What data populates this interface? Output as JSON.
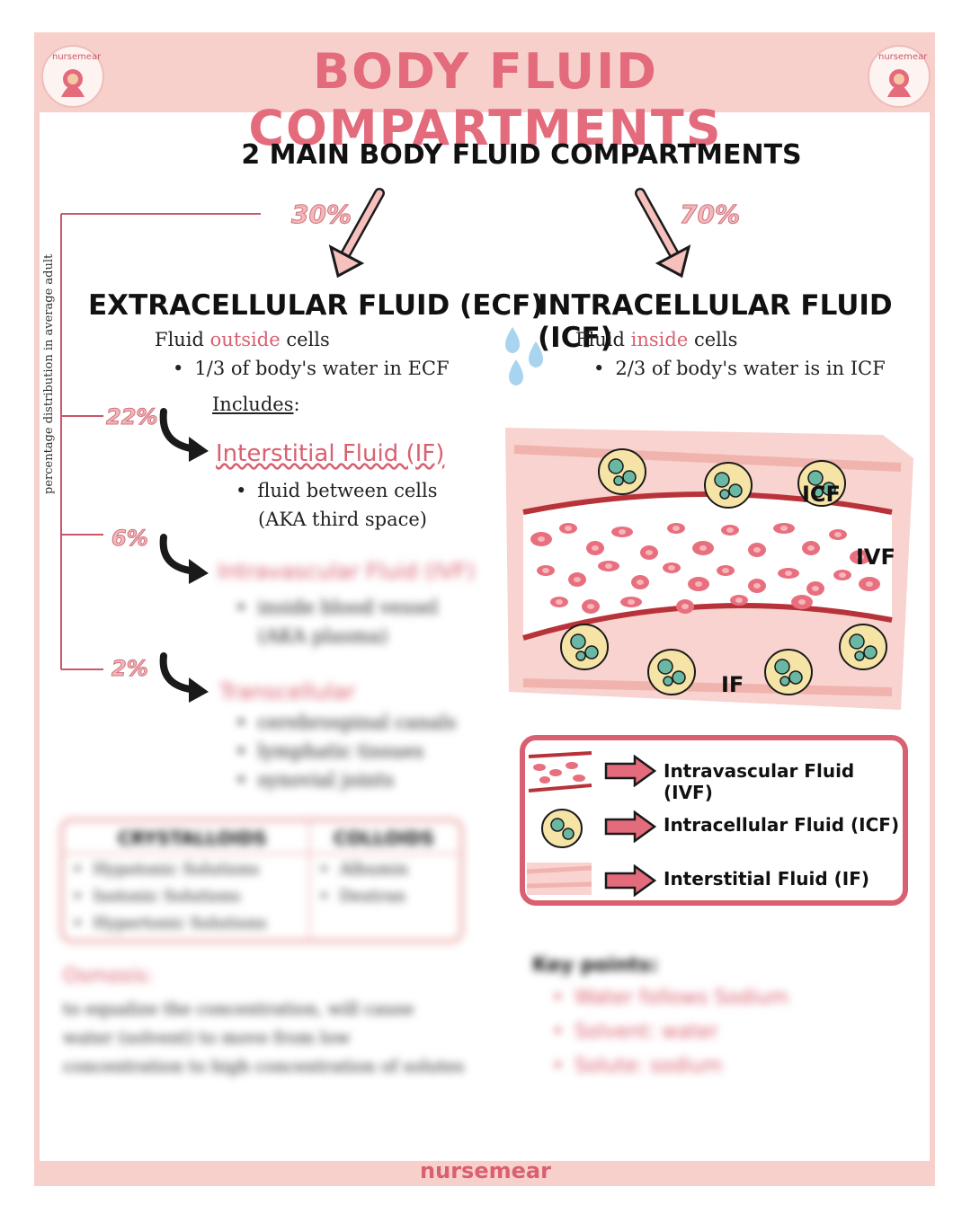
{
  "header": {
    "title": "BODY FLUID COMPARTMENTS",
    "logo_text": "nursemear"
  },
  "main_heading": "2 MAIN BODY FLUID COMPARTMENTS",
  "side_label": "percentage distribution in average adult",
  "ecf": {
    "percent": "30%",
    "title": "EXTRACELLULAR FLUID (ECF)",
    "desc_prefix": "Fluid ",
    "desc_highlight": "outside",
    "desc_suffix": " cells",
    "bullet": "1/3 of body's water in ECF",
    "includes_label": "Includes",
    "includes_colon": ":",
    "interstitial": {
      "percent": "22%",
      "title": "Interstitial Fluid (IF)",
      "bullet": "fluid between cells",
      "bullet_cont": "(AKA third space)"
    },
    "intravascular": {
      "percent": "6%",
      "title": "Intravascular Fluid (IVF)",
      "bullet": "inside blood vessel",
      "bullet_cont": "(AKA plasma)"
    },
    "transcellular": {
      "percent": "2%",
      "title": "Transcellular",
      "items": [
        "cerebrospinal canals",
        "lymphatic tissues",
        "synovial joints"
      ]
    }
  },
  "icf": {
    "percent": "70%",
    "title": "INTRACELLULAR FLUID (ICF)",
    "desc_prefix": "Fluid ",
    "desc_highlight": "inside",
    "desc_suffix": " cells",
    "bullet": "2/3 of body's water is in ICF"
  },
  "diagram": {
    "label_icf": "ICF",
    "label_ivf": "IVF",
    "label_if": "IF"
  },
  "legend": {
    "items": [
      "Intravascular Fluid (IVF)",
      "Intracellular Fluid (ICF)",
      "Interstitial Fluid (IF)"
    ]
  },
  "table": {
    "headers": [
      "CRYSTALLOIDS",
      "COLLOIDS"
    ],
    "crystalloids": [
      "Hypotonic Solutions",
      "Isotonic Solutions",
      "Hypertonic Solutions"
    ],
    "colloids": [
      "Albumin",
      "Dextran"
    ]
  },
  "osmosis": {
    "title": "Osmosis:",
    "lines": [
      "to equalize the concentration, will cause",
      "water (solvent) to move from low",
      "concentration to high concentration of solutes"
    ]
  },
  "key_points": {
    "title": "Key points:",
    "items": [
      "Water follows Sodium",
      "Solvent: water",
      "Solute: sodium"
    ]
  },
  "footer": "nursemear",
  "colors": {
    "accent": "#e36b7c",
    "frame": "#f7d0cc",
    "legend_border": "#d96070",
    "blood_cell": "#e8707e",
    "vessel": "#b8323a"
  }
}
